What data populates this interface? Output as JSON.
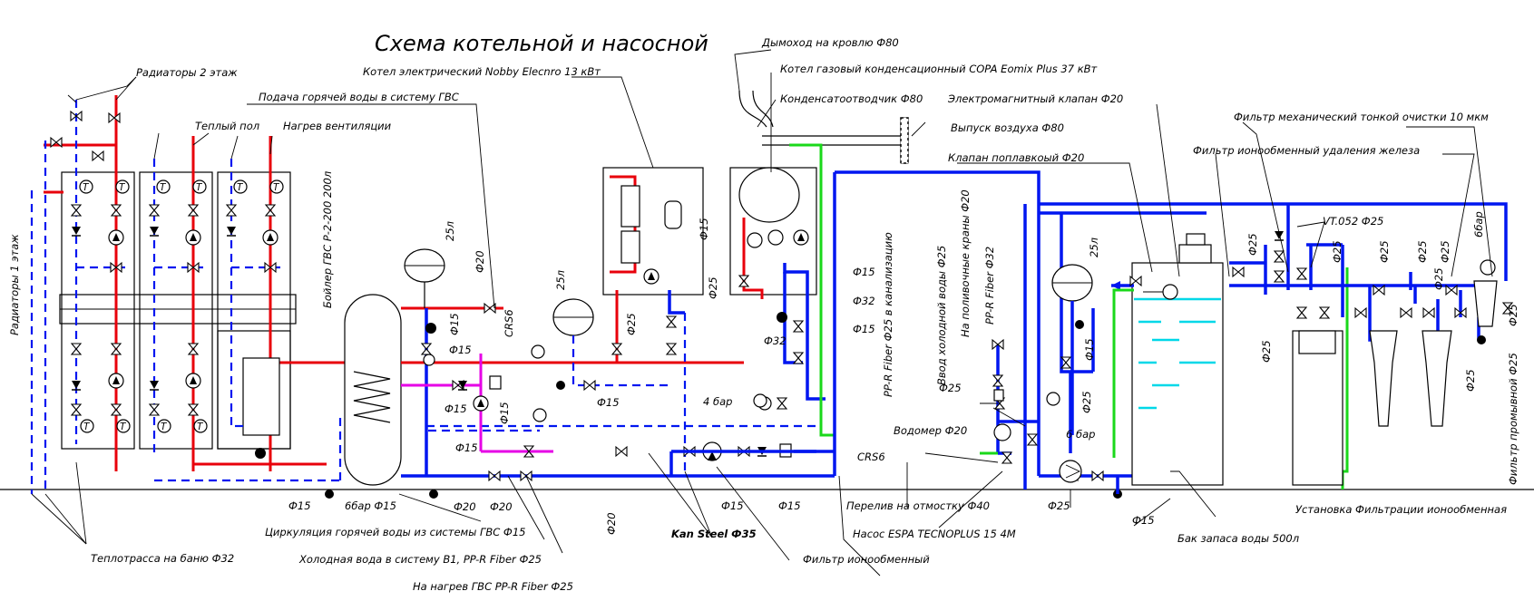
{
  "title": "Схема котельной и насосной",
  "labels": {
    "radiators2": "Радиаторы 2 этаж",
    "radiators1": "Радиаторы 1 этаж",
    "warm_floor": "Теплый пол",
    "ventilation": "Нагрев вентиляции",
    "boiler_dhw": "Бойлер ГВС Р-2-200 200л",
    "electric_boiler": "Котел электрический Nobby Elecnro 13 кВт",
    "dhw_supply": "Подача горячей воды в систему ГВС",
    "chimney": "Дымоход на кровлю Ф80",
    "gas_boiler": "Котел газовый конденсационный COPA Eomix Plus 37 кВт",
    "condensate": "Конденсатоотводчик Ф80",
    "air_vent": "Выпуск воздуха Ф80",
    "solenoid": "Электромагнитный клапан Ф20",
    "float_valve": "Клапан поплавкоый Ф20",
    "filter_fine": "Фильтр механический тонкой очистки 10 мкм",
    "filter_iron": "Фильтр ионообменный удаления железа",
    "vt052": "VT.052 Ф25",
    "pressure6": "6бар",
    "flush_filter": "Фильтр промывной Ф25",
    "cold_input": "Ввод холодной воды Ф25",
    "irrigation": "На поливочные краны Ф20",
    "ppr32": "PP-R Fiber Ф32",
    "sewer": "PP-R Fiber Ф25 в канализацию",
    "vessel25a": "25л",
    "vessel25b": "25л",
    "vessel25c": "25л",
    "crs6a": "CRS6",
    "crs6b": "CRS6",
    "bar4": "4 бар",
    "bar6": "6 бар",
    "bar6_15": "6бар Ф15",
    "water_meter": "Водомер Ф20",
    "overflow": "Перелив на отмостку Ф40",
    "pump": "Насос ESPA TECNOPLUS 15 4M",
    "tank": "Бак запаса воды 500л",
    "filter_unit": "Установка Фильтрации ионообменная",
    "heat_trace": "Теплотрасса на баню Ф32",
    "dhw_circ": "Циркуляция горячей воды из системы ГВС Ф15",
    "cold_b1": "Холодная вода в систему В1, PP-R Fiber Ф25",
    "dhw_heat": "На нагрев ГВС PP-R Fiber Ф25",
    "kan_steel": "Kan Steel Ф35",
    "ion_filter": "Фильтр ионообменный",
    "f15a": "Ф15",
    "f15b": "Ф15",
    "f15c": "Ф15",
    "f15d": "Ф15",
    "f15e": "Ф15",
    "f15f": "Ф15",
    "f15g": "Ф15",
    "f15h": "Ф15",
    "f15i": "Ф15",
    "f15j": "Ф15",
    "f15k": "Ф15",
    "f15l": "Ф15",
    "f15m": "Ф15",
    "f15n": "Ф15",
    "f20a": "Ф20",
    "f20b": "Ф20",
    "f20c": "Ф20",
    "f20d": "Ф20",
    "f25a": "Ф25",
    "f25b": "Ф25",
    "f25c": "Ф25",
    "f25d": "Ф25",
    "f25e": "Ф25",
    "f25f": "Ф25",
    "f25g": "Ф25",
    "f25h": "Ф25",
    "f25i": "Ф25",
    "f25j": "Ф25",
    "f25k": "Ф25",
    "f25l": "Ф25",
    "f25m": "Ф25",
    "f25n": "Ф25",
    "f32a": "Ф32",
    "f32b": "Ф32"
  },
  "thermometer_symbol": "T",
  "colors": {
    "supply": "#e8000b",
    "return": "#0016f0",
    "drain": "#1ad81a",
    "circulation": "#e600e6",
    "tank_water": "#00d8e8"
  }
}
